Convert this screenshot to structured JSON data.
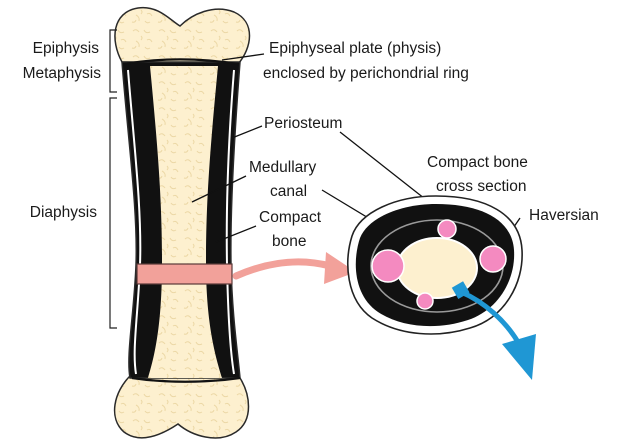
{
  "labels": {
    "epiphysis": "Epiphysis",
    "metaphysis": "Metaphysis",
    "diaphysis": "Diaphysis",
    "epiphyseal_plate_line1": "Epiphyseal plate (physis)",
    "epiphyseal_plate_line2": "enclosed by perichondrial ring",
    "periosteum": "Periosteum",
    "medullary_line1": "Medullary",
    "medullary_line2": "canal",
    "compact_line1": "Compact",
    "compact_line2": "bone",
    "cross_section_line1": "Compact bone",
    "cross_section_line2": "cross section",
    "haversian": "Haversian"
  },
  "colors": {
    "bone_fill": "#fdf0cf",
    "bone_texture": "#ecd8a6",
    "cortex": "#111111",
    "section_band": "#f2a19a",
    "arrow_pink": "#f2a19a",
    "canal_pink": "#f48ac0",
    "arrow_blue": "#1f97d4"
  }
}
